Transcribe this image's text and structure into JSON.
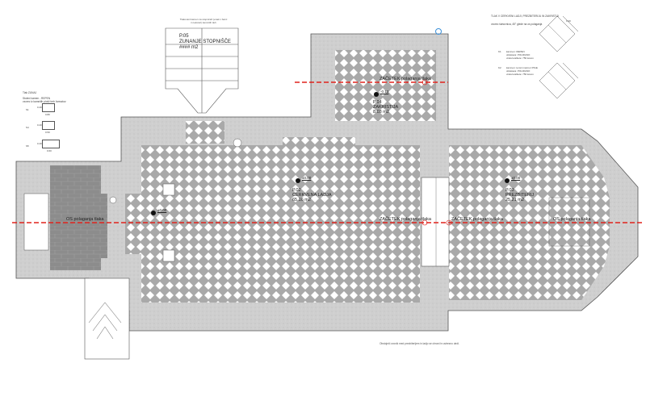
{
  "rooms": [
    {
      "code": "P.05",
      "name": "ZUNANJE STOPNIŠČE",
      "area": "#### m2"
    },
    {
      "code": "P.04",
      "name": "ZAKRISTIJA",
      "area": "8.08 m2",
      "level": "-0.13"
    },
    {
      "code": "P.02",
      "name": "CERKVENA LADJA",
      "area": "65.16 m2",
      "level": "±0.00"
    },
    {
      "code": "P.03",
      "name": "PREZBITERIJ",
      "area": "25.21 m2",
      "level": "±0.00"
    }
  ],
  "entrance_level": "±0.00",
  "axis_labels": {
    "start_sacristy": "ZAČETEK polaganja tlaka",
    "start_nave": "ZAČETEK polaganja tlaka",
    "start_presbytery": "ZAČETEK polaganja tlaka",
    "axis_nave": "OS polaganja tlaka",
    "axis_presbytery": "OS polaganja tlaka"
  },
  "stair_note": "Tlakovani kamen na stopnicah (enak v barvi in teksturi) kamnitih tleh",
  "legend_left": {
    "title": "Tlak ZUNAJ",
    "line1": "Stoleni kamen - REPEN",
    "line2": "vzorec iz kamnitih plošč treh formatov:",
    "items": [
      {
        "id": "S1",
        "w": "0.80",
        "h": "0.40"
      },
      {
        "id": "S4",
        "w": "0.50",
        "h": "0.40"
      },
      {
        "id": "S5",
        "w": "0.60",
        "h": "0.40"
      }
    ]
  },
  "legend_right": {
    "title": "TLAK V CERKVENI LADJI, PREZBITERIJU IN ZAKRISTIJI",
    "subtitle": "vzorec šahovnica, 45° glede na os polaganja",
    "dim": "0.30",
    "items": [
      {
        "id": "K1",
        "line1": "kamnen: REPEN",
        "line2": "obdelava: POLIRANO",
        "line3": "vrata kvalitete: 750 kosov"
      },
      {
        "id": "K2",
        "line1": "kamnen: temni marmor PIGE",
        "line2": "obdelava: POLIRANO",
        "line3": "vrata kvalitete: 750 kosov"
      }
    ]
  },
  "bottom_note": "Obstoječi zvonik med prezbiterijem in ladjo se ohrani in ustrezno utrdi.",
  "colors": {
    "axis_line": "#e0221c",
    "wall": "#c8c8c8",
    "tile_dark": "#a9a9a9",
    "paver": "#8c8c8c"
  }
}
